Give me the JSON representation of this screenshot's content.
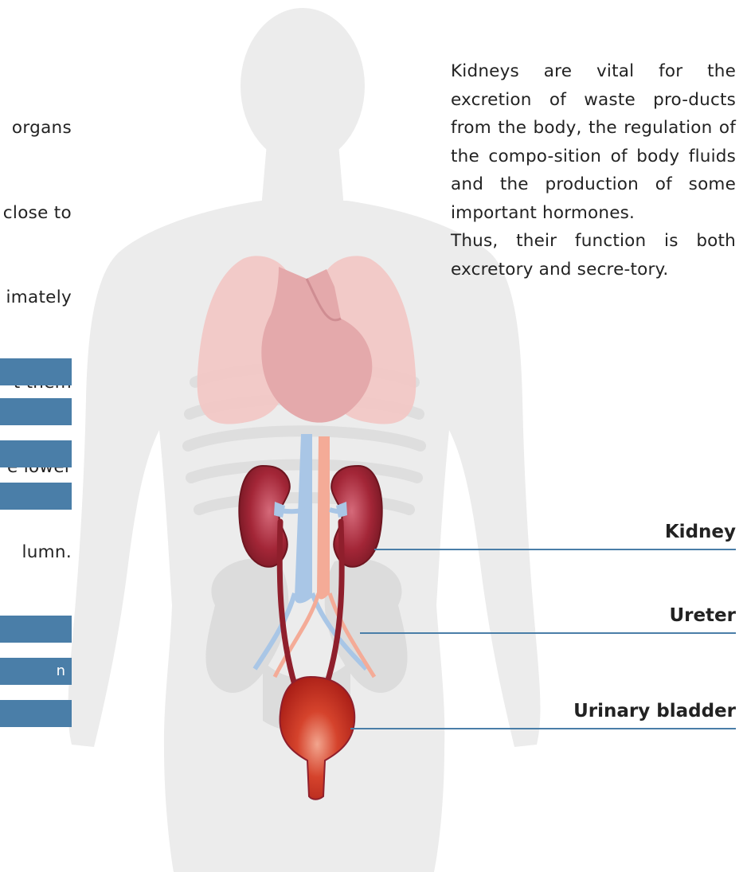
{
  "intro_text": {
    "lines": [
      "organs",
      "close to",
      "imately",
      "t them",
      "e lower",
      "lumn."
    ]
  },
  "description": {
    "para1": "Kidneys are vital for the excretion of waste pro-ducts from the body, the regulation of the compo-sition of body fluids and the production of some important hormones.",
    "para2": "Thus, their function is both excretory and secre-tory."
  },
  "side_tabs": {
    "items": [
      {
        "label": ""
      },
      {
        "label": ""
      },
      {
        "label": ""
      },
      {
        "label": ""
      },
      {
        "label": ""
      },
      {
        "label": "n"
      },
      {
        "label": ""
      }
    ],
    "color": "#4a7ea8"
  },
  "labels": {
    "kidney": "Kidney",
    "ureter": "Ureter",
    "bladder": "Urinary bladder"
  },
  "colors": {
    "silhouette": "#ececec",
    "lungs": "#f3c7c4",
    "heart": "#e4a9ab",
    "kidney": "#8f1f2c",
    "bladder": "#c9341f",
    "vein": "#a9c6e6",
    "artery": "#f4ab97",
    "leader_line": "#4a7ea8"
  }
}
